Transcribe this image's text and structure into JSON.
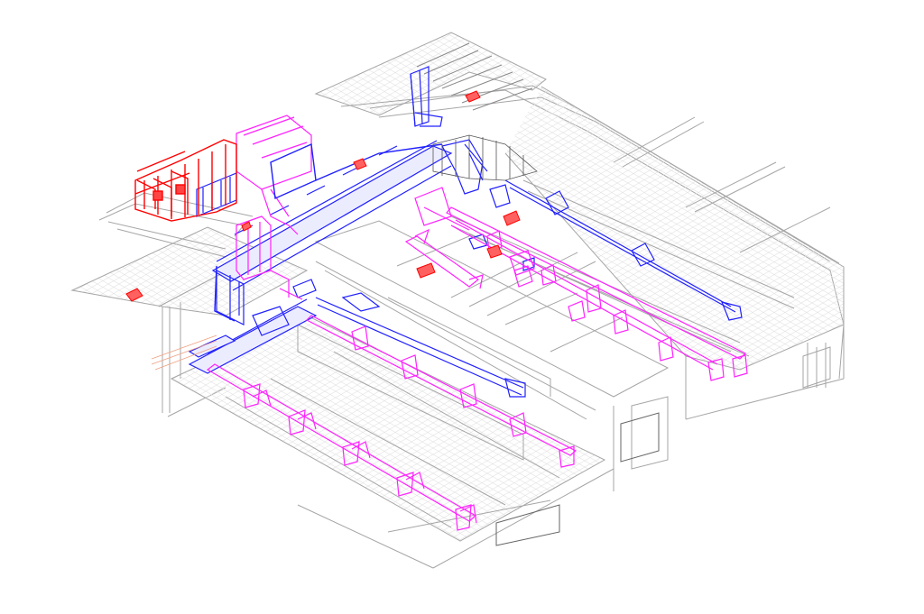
{
  "drawing": {
    "view": "isometric-3d",
    "style": "wireframe",
    "text_labels": []
  },
  "layers": [
    {
      "id": "architecture",
      "color": "#a6a6a6"
    },
    {
      "id": "supply-duct",
      "color": "#2020ff"
    },
    {
      "id": "return-duct",
      "color": "#ff22ff"
    },
    {
      "id": "equipment",
      "color": "#ff0000"
    },
    {
      "id": "reference",
      "color": "#f0a080"
    }
  ]
}
